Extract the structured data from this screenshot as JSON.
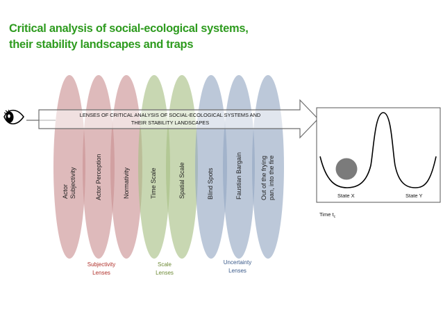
{
  "title": {
    "line1": "Critical analysis of social-ecological systems,",
    "line2": "their stability landscapes and traps"
  },
  "arrow": {
    "line1": "LENSES OF CRITICAL ANALYSIS OF SOCIAL-ECOLOGICAL SYSTEMS AND",
    "line2": "THEIR STABILITY LANDSCAPES"
  },
  "lenses": [
    {
      "line1": "Actor",
      "line2": "Subjectivity",
      "color": "#c98f91"
    },
    {
      "line1": "Actor Perception",
      "line2": "",
      "color": "#c98f91"
    },
    {
      "line1": "Normativity",
      "line2": "",
      "color": "#c98f91"
    },
    {
      "line1": "Time Scale",
      "line2": "",
      "color": "#a6be83"
    },
    {
      "line1": "Spatial Scale",
      "line2": "",
      "color": "#a6be83"
    },
    {
      "line1": "Blind Spots",
      "line2": "",
      "color": "#93a7c1"
    },
    {
      "line1": "Faustian Bargain",
      "line2": "",
      "color": "#93a7c1"
    },
    {
      "line1": "Out of the frying",
      "line2": "pan, into the fire",
      "color": "#93a7c1"
    }
  ],
  "groups": {
    "subjectivity": {
      "line1": "Subjectivity",
      "line2": "Lenses",
      "color": "#b0302a"
    },
    "scale": {
      "line1": "Scale",
      "line2": "Lenses",
      "color": "#6d8a35"
    },
    "uncertainty": {
      "line1": "Uncertainty",
      "line2": "Lenses",
      "color": "#3a5a8a"
    }
  },
  "landscape": {
    "state_x": "State X",
    "state_y": "State Y",
    "time": "Time t",
    "time_sub": "c"
  },
  "icons": {
    "eye": "eye-icon"
  }
}
